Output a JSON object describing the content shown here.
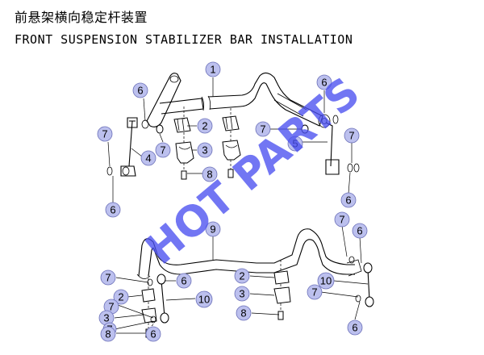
{
  "header": {
    "title_cn": "前悬架横向稳定杆装置",
    "title_en": "FRONT SUSPENSION STABILIZER BAR INSTALLATION"
  },
  "watermark": {
    "text": "HOT PARTS",
    "color": "#4a4ff0"
  },
  "callouts": [
    {
      "id": "c1",
      "label": "1"
    },
    {
      "id": "c2a",
      "label": "2"
    },
    {
      "id": "c3a",
      "label": "3"
    },
    {
      "id": "c4",
      "label": "4"
    },
    {
      "id": "c5",
      "label": "5"
    },
    {
      "id": "c6a",
      "label": "6"
    },
    {
      "id": "c6b",
      "label": "6"
    },
    {
      "id": "c6c",
      "label": "6"
    },
    {
      "id": "c6d",
      "label": "6"
    },
    {
      "id": "c7a",
      "label": "7"
    },
    {
      "id": "c7b",
      "label": "7"
    },
    {
      "id": "c7c",
      "label": "7"
    },
    {
      "id": "c7d",
      "label": "7"
    },
    {
      "id": "c8a",
      "label": "8"
    },
    {
      "id": "c6e",
      "label": "6"
    },
    {
      "id": "c9",
      "label": "9"
    },
    {
      "id": "c7e",
      "label": "7"
    },
    {
      "id": "c6f",
      "label": "6"
    },
    {
      "id": "c2b",
      "label": "2"
    },
    {
      "id": "c10a",
      "label": "10"
    },
    {
      "id": "c7f",
      "label": "7"
    },
    {
      "id": "c3b",
      "label": "3"
    },
    {
      "id": "c7g",
      "label": "7"
    },
    {
      "id": "c8b",
      "label": "8"
    },
    {
      "id": "c6g",
      "label": "6"
    },
    {
      "id": "c2c",
      "label": "2"
    },
    {
      "id": "c3c",
      "label": "3"
    },
    {
      "id": "c8c",
      "label": "8"
    },
    {
      "id": "c10b",
      "label": "10"
    },
    {
      "id": "c7h",
      "label": "7"
    },
    {
      "id": "c6h",
      "label": "6"
    },
    {
      "id": "c7i",
      "label": "7"
    },
    {
      "id": "c6i",
      "label": "6"
    }
  ]
}
